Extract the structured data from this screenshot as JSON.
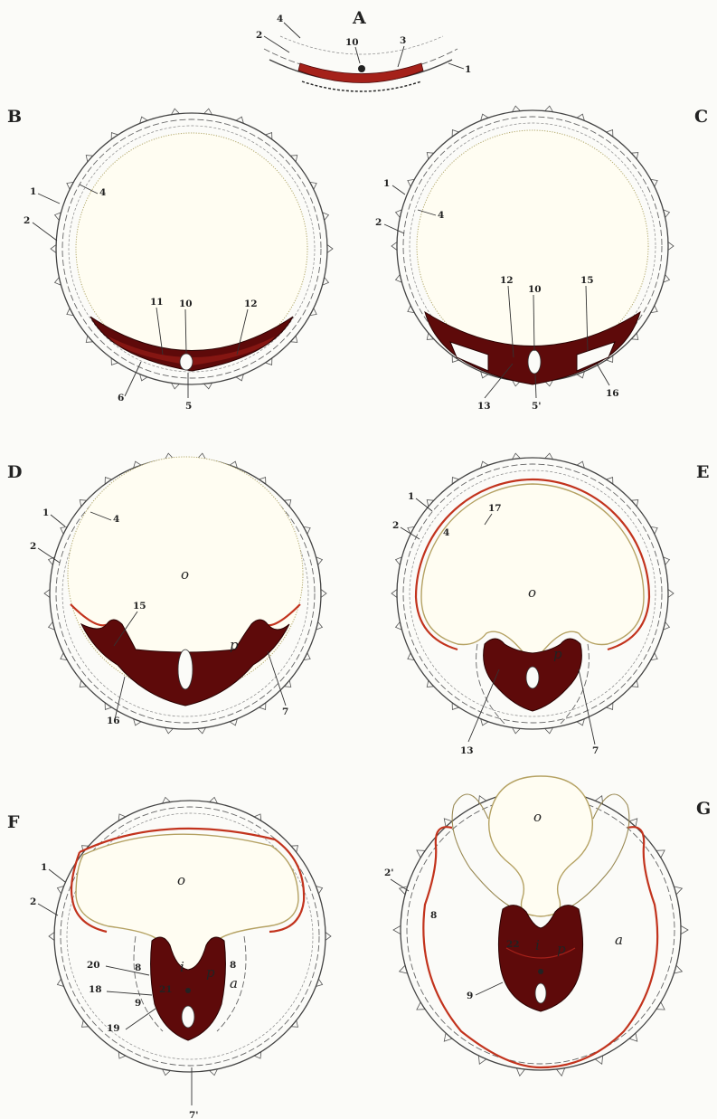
{
  "figure": {
    "panels": [
      {
        "letter": "A",
        "labels": [
          "4",
          "2",
          "10",
          "3",
          "1"
        ]
      },
      {
        "letter": "B",
        "labels": [
          "1",
          "2",
          "4",
          "11",
          "10",
          "12",
          "6",
          "5"
        ]
      },
      {
        "letter": "C",
        "labels": [
          "1",
          "2",
          "4",
          "12",
          "10",
          "15",
          "13",
          "5'",
          "16"
        ]
      },
      {
        "letter": "D",
        "labels": [
          "1",
          "4",
          "2",
          "o",
          "15",
          "p",
          "16",
          "7"
        ]
      },
      {
        "letter": "E",
        "labels": [
          "1",
          "17",
          "2",
          "4",
          "o",
          "p",
          "13",
          "7"
        ]
      },
      {
        "letter": "F",
        "labels": [
          "1",
          "2",
          "o",
          "20",
          "8",
          "i",
          "p",
          "8",
          "18",
          "21",
          "a",
          "9",
          "19",
          "7'"
        ]
      },
      {
        "letter": "G",
        "labels": [
          "o",
          "2'",
          "8",
          "22",
          "i",
          "p",
          "a",
          "9"
        ]
      }
    ]
  },
  "colors": {
    "paper": "#fbfbf8",
    "embryo_dark": "#5e0a0a",
    "embryo_red": "#a5211a",
    "membrane_red": "#c2331d",
    "yolk_fill": "#fffdf2",
    "yolk_outline": "#b2a86a"
  }
}
